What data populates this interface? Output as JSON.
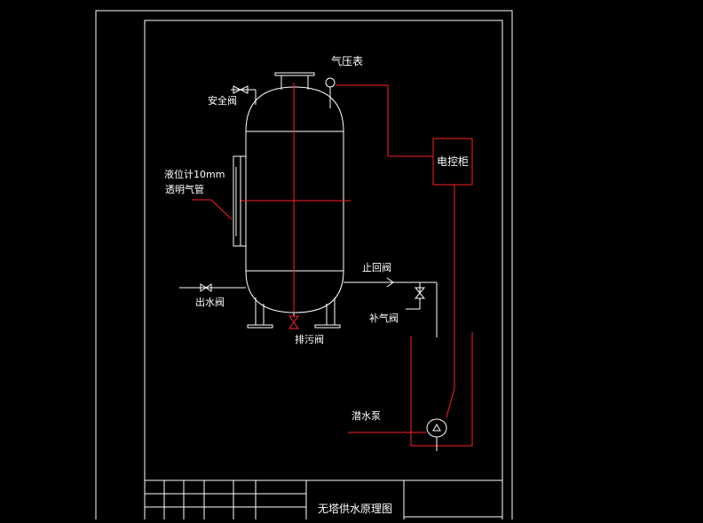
{
  "diagram": {
    "labels": {
      "pressure_gauge": "气压表",
      "safety_valve": "安全阀",
      "level_gauge_line1": "液位计10mm",
      "level_gauge_line2": "透明气管",
      "control_cabinet": "电控柜",
      "check_valve": "止回阀",
      "outlet_valve": "出水阀",
      "air_valve": "补气阀",
      "drain_valve": "排污阀",
      "submersible_pump": "潜水泵"
    },
    "title_block": {
      "title": "无塔供水原理图"
    }
  },
  "colors": {
    "background": "#000000",
    "line_white": "#ffffff",
    "line_red": "#ff2020"
  }
}
